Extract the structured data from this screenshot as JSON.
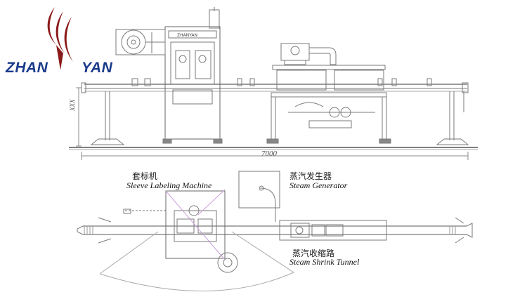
{
  "brand": {
    "left": "ZHAN",
    "right": "YAN",
    "color": "#1a3a8a",
    "mark_color": "#8b1a1a"
  },
  "dimensions": {
    "length": "7000",
    "height": "XXX"
  },
  "labels": {
    "sleeve_cn": "套标机",
    "sleeve_en": "Sleeve Labeling Machine",
    "steam_gen_cn": "蒸汽发生器",
    "steam_gen_en": "Steam Generator",
    "tunnel_cn": "蒸汽收缩路",
    "tunnel_en": "Steam Shrink Tunnel"
  },
  "machine_plate": "ZHANYAN"
}
